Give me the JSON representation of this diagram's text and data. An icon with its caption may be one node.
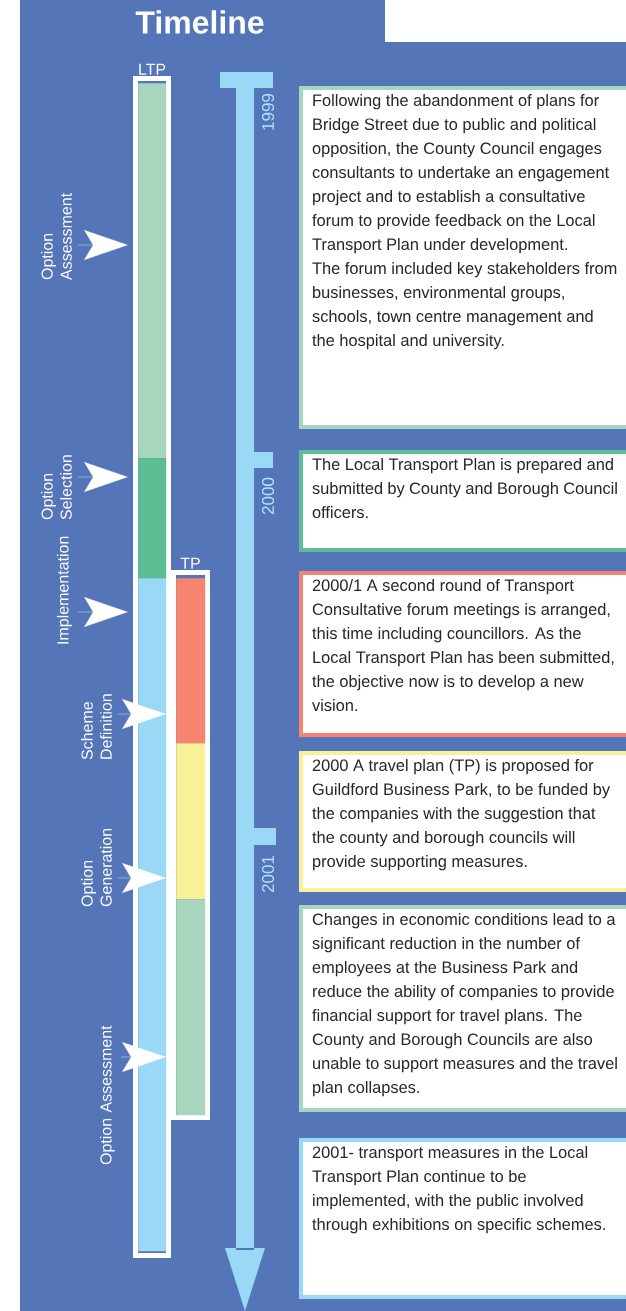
{
  "diagram": {
    "title": "Timeline",
    "nodes": [
      {
        "text": [
          "LTP"
        ]
      },
      {
        "text": [],
        "shape": "bar",
        "in": 0
      },
      {
        "text": [],
        "shape": "bar",
        "in": 0
      },
      {
        "text": [],
        "shape": "bar",
        "in": 0
      },
      {
        "text": [
          "TP"
        ]
      },
      {
        "text": [],
        "shape": "bar",
        "in": 4
      },
      {
        "text": [],
        "shape": "bar",
        "in": 4
      },
      {
        "text": [],
        "shape": "bar",
        "in": 4
      },
      {
        "text": [
          "Option Assessment"
        ]
      },
      {
        "text": [
          "Option Selection"
        ]
      },
      {
        "text": [
          "Implementation"
        ]
      },
      {
        "text": [
          "Scheme Definition"
        ]
      },
      {
        "text": [
          "Option Generation"
        ]
      },
      {
        "text": [
          "Option Assessment"
        ]
      },
      {
        "text": [
          "Following the abandonment of plans for Bridge Street due to public and political opposition, the County Council engages consultants to undertake an engagement project and to establish a consultative forum to provide feedback on the Local Transport Plan under development.",
          "The forum included key stakeholders from businesses, environmental groups, schools, town centre management and the hospital and university."
        ]
      },
      {
        "text": [
          "The Local Transport Plan is prepared and submitted by County and Borough Council officers."
        ]
      },
      {
        "text": [
          "2000/1 A second round of Transport Consultative forum meetings is arranged, this time including councillors. As the Local Transport Plan has been submitted, the objective now is to develop a new vision."
        ]
      },
      {
        "text": [
          "2000 A travel plan (TP) is proposed for Guildford Business Park, to be funded by the companies with the suggestion that the county and borough councils will provide supporting measures."
        ]
      },
      {
        "text": [
          "Changes in economic conditions lead to a significant reduction in the number of employees at the Business Park and reduce the ability of companies to provide financial support for travel plans. The County and Borough Councils are also unable to support measures and the travel plan collapses."
        ]
      },
      {
        "text": [
          "2001- transport measures in the Local Transport Plan continue to be implemented, with the public involved through exhibitions on specific schemes."
        ]
      }
    ],
    "edges": [
      {
        "from": 8,
        "to": 1,
        "arrow": "to"
      },
      {
        "from": 9,
        "to": 2,
        "arrow": "to"
      },
      {
        "from": 10,
        "to": 3,
        "arrow": "to"
      },
      {
        "from": 11,
        "to": 5,
        "arrow": "to"
      },
      {
        "from": 12,
        "to": 6,
        "arrow": "to"
      },
      {
        "from": 13,
        "to": 7,
        "arrow": "to"
      }
    ],
    "labels": [
      "1999",
      "2000",
      "2001"
    ]
  }
}
